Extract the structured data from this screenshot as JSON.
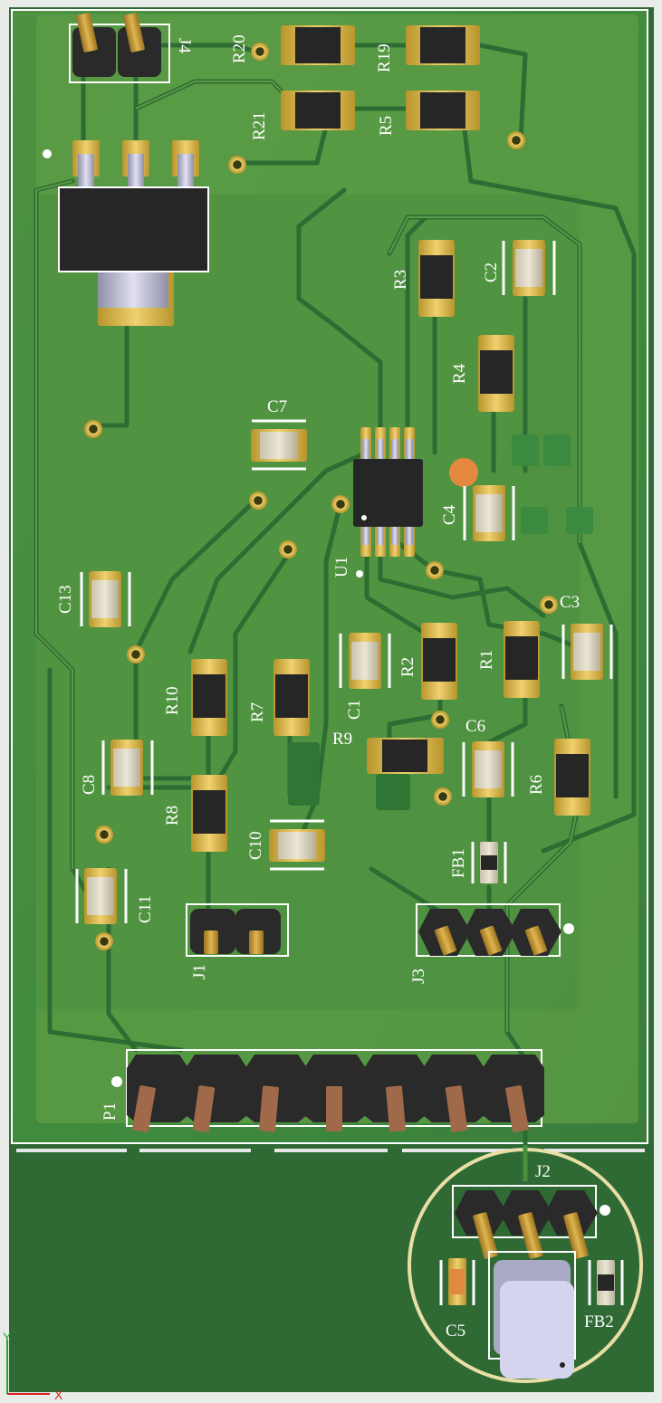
{
  "viewer": {
    "axis_x_label": "X",
    "axis_y_label": "Y"
  },
  "colors": {
    "board_dark": "#2f6a35",
    "board_mid": "#3f8a43",
    "board_light": "#5e9c46",
    "trace": "#6aa84f",
    "silkscreen": "#ffffff",
    "pad_gold": "#d8b84a",
    "ic_body": "#262626",
    "pin_silver": "#b9b9cf",
    "pin_brass": "#c8a03a"
  },
  "designators": {
    "J4": "J4",
    "R20": "R20",
    "R19": "R19",
    "R21": "R21",
    "R5": "R5",
    "R3": "R3",
    "C2": "C2",
    "R4": "R4",
    "C7": "C7",
    "C4": "C4",
    "U1": "U1",
    "C13": "C13",
    "C3": "C3",
    "R10": "R10",
    "R7": "R7",
    "C1": "C1",
    "R2": "R2",
    "R1": "R1",
    "R9": "R9",
    "C6": "C6",
    "C8": "C8",
    "R8": "R8",
    "C10": "C10",
    "R6": "R6",
    "FB1": "FB1",
    "C11": "C11",
    "J1": "J1",
    "J3": "J3",
    "P1": "P1",
    "J2": "J2",
    "C5": "C5",
    "FB2": "FB2"
  }
}
